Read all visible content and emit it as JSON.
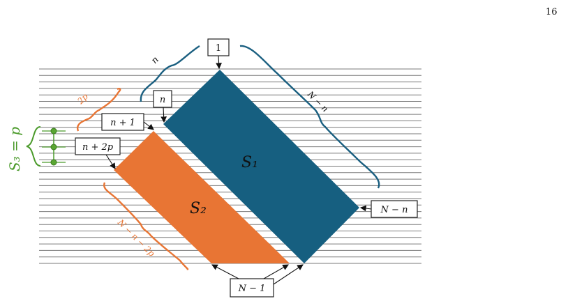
{
  "page_number": "16",
  "colors": {
    "lines": "#7a7a7a",
    "blue": "#165f80",
    "orange": "#e87534",
    "green": "#4a9a2a",
    "box_border": "#222222"
  },
  "regions": {
    "s1": "S₁",
    "s2": "S₂",
    "s3": "S₃ = p"
  },
  "boxes": {
    "one": "1",
    "n": "n",
    "n_plus_1": "n + 1",
    "n_plus_2p": "n + 2p",
    "n_minus_n": "N − n",
    "n_minus_1": "N − 1"
  },
  "braces": {
    "n": "n",
    "two_p": "2p",
    "big_n_minus_n": "N − n",
    "big_n_minus_n_minus_2p": "N − n − 2p"
  }
}
